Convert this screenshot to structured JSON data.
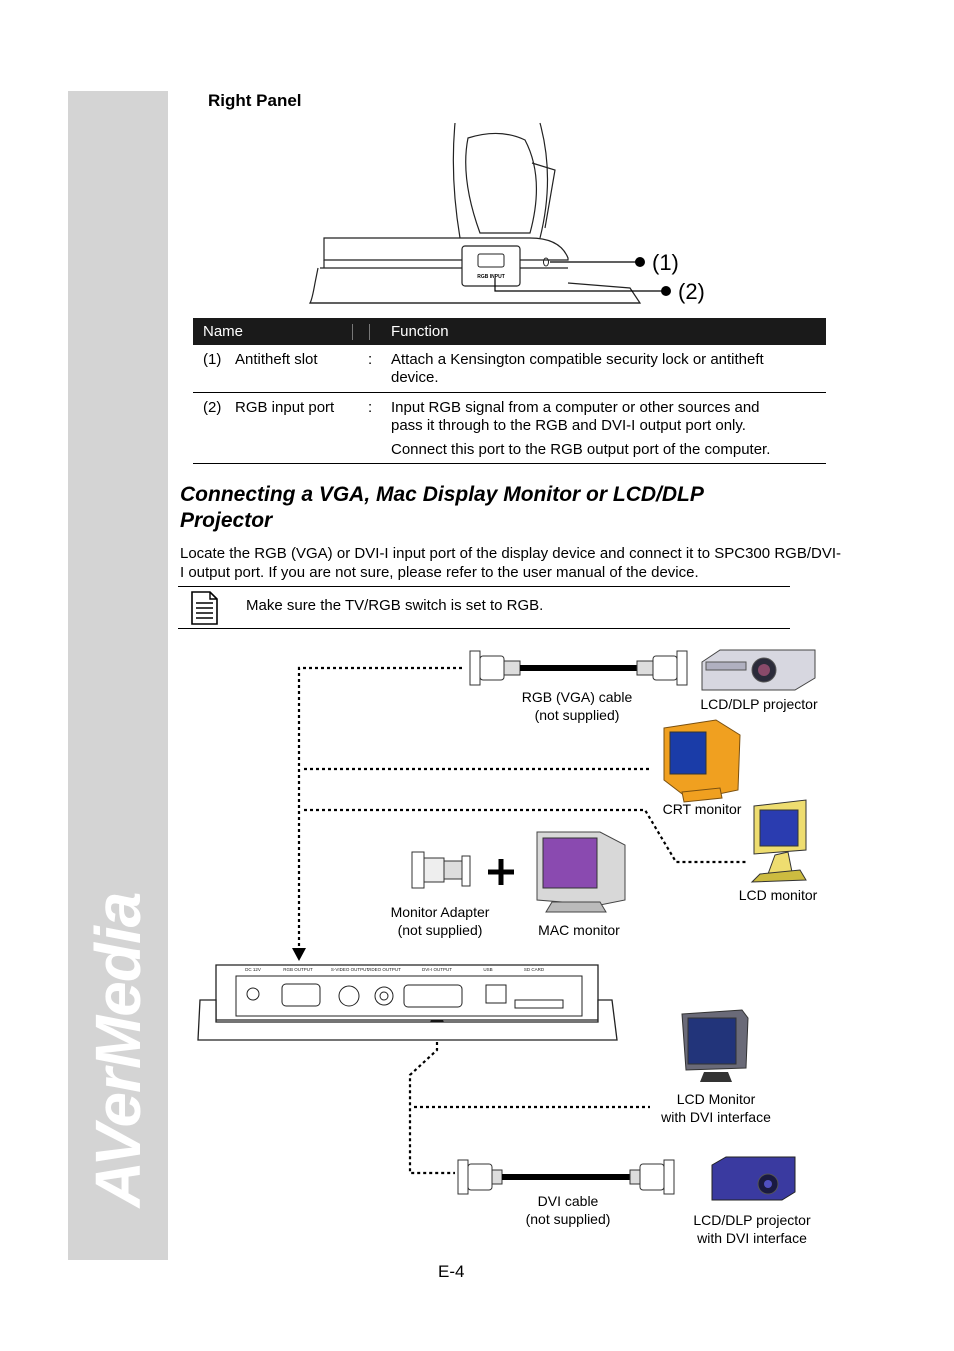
{
  "brand": "AVerMedia",
  "section": {
    "title": "Right Panel"
  },
  "callouts": [
    "(1)",
    "(2)"
  ],
  "device_port_label": "RGB INPUT",
  "table": {
    "headers": [
      "Name",
      "Function"
    ],
    "rows": [
      {
        "num": "(1)",
        "name": "Antitheft slot",
        "sep": ":",
        "lines": [
          "Attach a Kensington compatible security lock or antitheft",
          "device."
        ]
      },
      {
        "num": "(2)",
        "name": "RGB input port",
        "sep": ":",
        "lines": [
          "Input RGB signal from a computer or other sources and",
          "pass it through to the RGB and DVI-I output port only.",
          "Connect this port to the RGB output port of the computer."
        ]
      }
    ]
  },
  "heading": [
    "Connecting a VGA, Mac Display Monitor or LCD/DLP",
    "Projector"
  ],
  "paragraph": "Locate the RGB (VGA) or DVI-I input port of the display device and connect it to SPC300 RGB/DVI-I output port. If you are not sure, please refer to the user manual of the device.",
  "note": "Make sure the TV/RGB switch is set to RGB.",
  "diagram": {
    "rgb_cable": [
      "RGB (VGA) cable",
      "(not supplied)"
    ],
    "lcd_projector": "LCD/DLP projector",
    "crt_monitor": "CRT monitor",
    "lcd_monitor": "LCD monitor",
    "monitor_adapter": [
      "Monitor Adapter",
      "(not supplied)"
    ],
    "mac_monitor": "MAC monitor",
    "lcd_monitor_dvi": [
      "LCD Monitor",
      "with DVI interface"
    ],
    "dvi_cable": [
      "DVI cable",
      "(not supplied)"
    ],
    "lcd_projector_dvi": [
      "LCD/DLP projector",
      "with DVI interface"
    ],
    "panel_labels": [
      "DC 12V",
      "RGB OUTPUT",
      "S-VIDEO OUTPUT",
      "VIDEO OUTPUT",
      "DVI-I OUTPUT",
      "USB",
      "SD CARD"
    ]
  },
  "page_number": "E-4"
}
